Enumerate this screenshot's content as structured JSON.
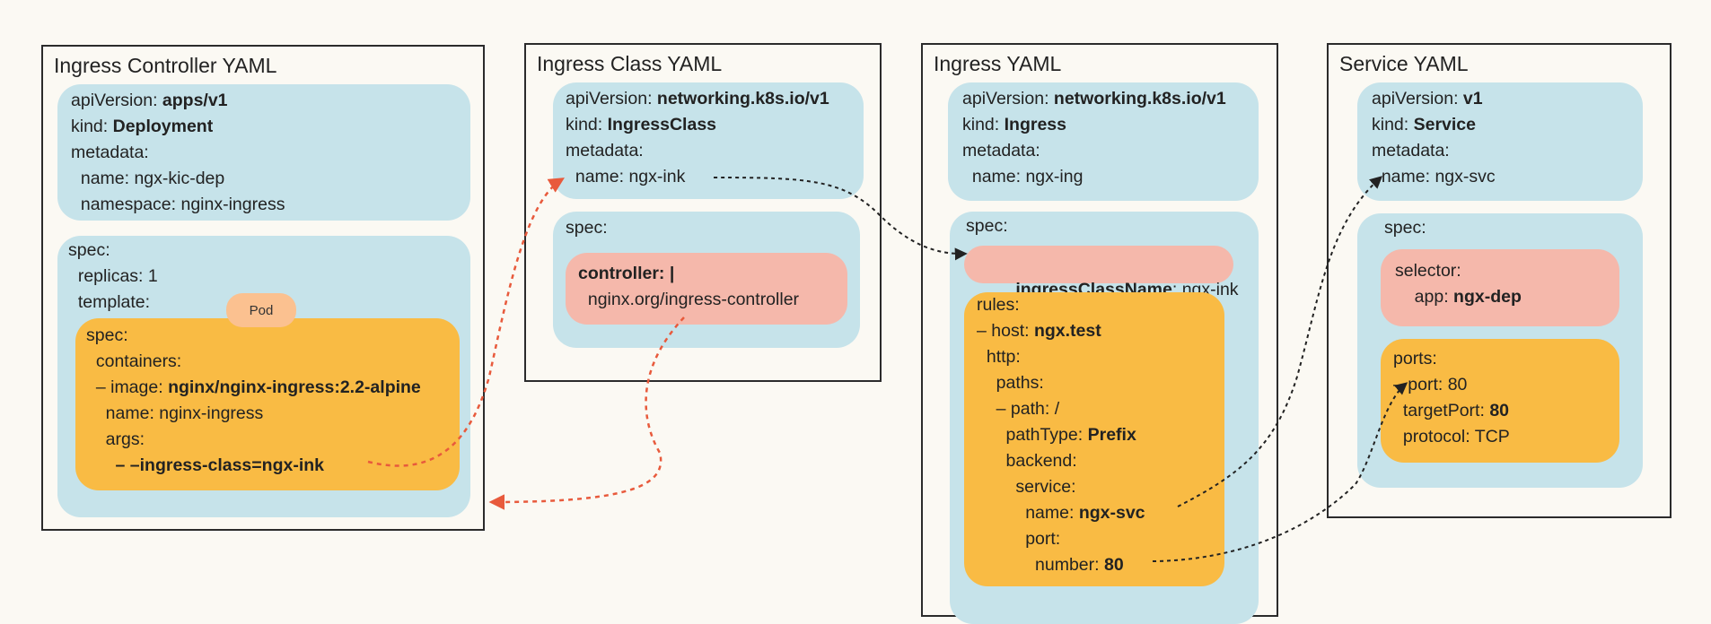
{
  "panels": {
    "controller": {
      "title": "Ingress Controller YAML",
      "meta": [
        {
          "indent": "",
          "key": "apiVersion: ",
          "val": "apps/v1"
        },
        {
          "indent": "",
          "key": "kind: ",
          "val": "Deployment"
        },
        {
          "indent": "",
          "key": "metadata:",
          "val": ""
        },
        {
          "indent": "  ",
          "key": "name: ngx-kic-dep",
          "val": ""
        },
        {
          "indent": "  ",
          "key": "namespace: nginx-ingress",
          "val": ""
        }
      ],
      "spec": [
        {
          "indent": "",
          "key": "spec:",
          "val": ""
        },
        {
          "indent": "  ",
          "key": "replicas: 1",
          "val": ""
        },
        {
          "indent": "  ",
          "key": "template:",
          "val": ""
        }
      ],
      "pod_label": "Pod",
      "pod": [
        {
          "indent": "",
          "key": "spec:",
          "val": ""
        },
        {
          "indent": "  ",
          "key": "containers:",
          "val": ""
        },
        {
          "indent": "  ",
          "key": "– image: ",
          "val": "nginx/nginx-ingress:2.2-alpine"
        },
        {
          "indent": "    ",
          "key": "name: nginx-ingress",
          "val": ""
        },
        {
          "indent": "    ",
          "key": "args:",
          "val": ""
        },
        {
          "indent": "      ",
          "key": "",
          "val": "– –ingress-class=ngx-ink"
        }
      ]
    },
    "ingress_class": {
      "title": "Ingress Class YAML",
      "meta": [
        {
          "indent": "",
          "key": "apiVersion: ",
          "val": "networking.k8s.io/v1"
        },
        {
          "indent": "",
          "key": "kind: ",
          "val": "IngressClass"
        },
        {
          "indent": "",
          "key": "metadata:",
          "val": ""
        },
        {
          "indent": "  ",
          "key": "name: ngx-ink",
          "val": ""
        }
      ],
      "spec_label": "spec:",
      "controller": [
        {
          "indent": "",
          "key": "",
          "val": "controller: |"
        },
        {
          "indent": "  ",
          "key": "nginx.org/ingress-controller",
          "val": ""
        }
      ]
    },
    "ingress": {
      "title": "Ingress YAML",
      "meta": [
        {
          "indent": "",
          "key": "apiVersion: ",
          "val": "networking.k8s.io/v1"
        },
        {
          "indent": "",
          "key": "kind: ",
          "val": "Ingress"
        },
        {
          "indent": "",
          "key": "metadata:",
          "val": ""
        },
        {
          "indent": "  ",
          "key": "name: ngx-ing",
          "val": ""
        }
      ],
      "spec_label": "spec:",
      "class_name_key": "ingressClassName",
      "class_name_val": ": ngx-ink",
      "rules": [
        {
          "indent": "",
          "key": "rules:",
          "val": ""
        },
        {
          "indent": "",
          "key": "– host: ",
          "val": "ngx.test"
        },
        {
          "indent": "  ",
          "key": "http:",
          "val": ""
        },
        {
          "indent": "    ",
          "key": "paths:",
          "val": ""
        },
        {
          "indent": "    ",
          "key": "– path: /",
          "val": ""
        },
        {
          "indent": "      ",
          "key": "pathType: ",
          "val": "Prefix"
        },
        {
          "indent": "      ",
          "key": "backend:",
          "val": ""
        },
        {
          "indent": "        ",
          "key": "service:",
          "val": ""
        },
        {
          "indent": "          ",
          "key": "name: ",
          "val": "ngx-svc"
        },
        {
          "indent": "          ",
          "key": "port:",
          "val": ""
        },
        {
          "indent": "            ",
          "key": "number: ",
          "val": "80"
        }
      ]
    },
    "service": {
      "title": "Service YAML",
      "meta": [
        {
          "indent": "",
          "key": "apiVersion: ",
          "val": "v1"
        },
        {
          "indent": "",
          "key": "kind: ",
          "val": "Service"
        },
        {
          "indent": "",
          "key": "metadata:",
          "val": ""
        },
        {
          "indent": "",
          "key": "  name: ngx-svc",
          "val": ""
        }
      ],
      "spec_label": "spec:",
      "selector": [
        {
          "indent": "",
          "key": "selector:",
          "val": ""
        },
        {
          "indent": "    ",
          "key": "app: ",
          "val": "ngx-dep"
        }
      ],
      "ports": [
        {
          "indent": "",
          "key": "ports:",
          "val": ""
        },
        {
          "indent": "",
          "key": "– port: 80",
          "val": ""
        },
        {
          "indent": "  ",
          "key": "targetPort: ",
          "val": "80"
        },
        {
          "indent": "  ",
          "key": "protocol: TCP",
          "val": ""
        }
      ]
    }
  },
  "colors": {
    "block_blue": "#c6e3ea",
    "block_orange": "#f9bb44",
    "block_red": "#f5b8ab",
    "pod_pill": "#fbc190",
    "arrow_red": "#e85a3c",
    "arrow_black": "#222222"
  }
}
